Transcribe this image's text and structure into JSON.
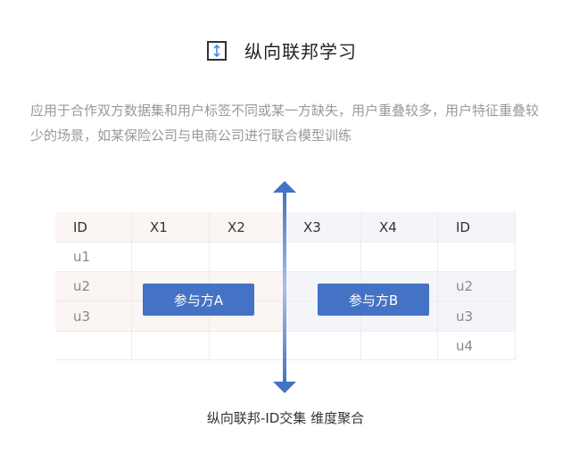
{
  "title": "纵向联邦学习",
  "icon": "vertical-arrows-icon",
  "description": "应用于合作双方数据集和用户标签不同或某一方缺失，用户重叠较多，用户特征重叠较少的场景，如某保险公司与电商公司进行联合模型训练",
  "table": {
    "headers": [
      "ID",
      "X1",
      "X2",
      "X3",
      "X4",
      "ID"
    ],
    "left_ids": [
      "u1",
      "u2",
      "u3",
      ""
    ],
    "right_ids": [
      "",
      "u2",
      "u3",
      "u4"
    ]
  },
  "party_a": "参与方A",
  "party_b": "参与方B",
  "caption": "纵向联邦-ID交集 维度聚合",
  "colors": {
    "accent": "#4472c4",
    "left_tint": "#fbf5f3",
    "right_tint": "#f3f5f9"
  }
}
